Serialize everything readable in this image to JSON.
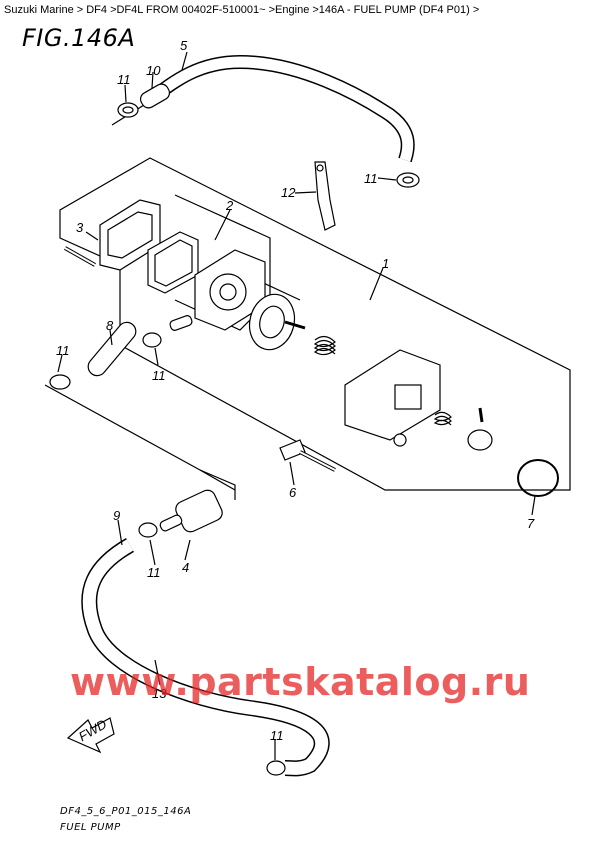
{
  "breadcrumb": "Suzuki Marine > DF4 >DF4L FROM 00402F-510001~ >Engine >146A - FUEL PUMP (DF4 P01) >",
  "figure_title": "FIG.146A",
  "footer": {
    "code": "DF4_5_6_P01_015_146A",
    "name": "FUEL PUMP"
  },
  "watermark": "www.partskatalog.ru",
  "fwd_label": "FWD",
  "callouts": {
    "c1": "1",
    "c2": "2",
    "c3": "3",
    "c4": "4",
    "c5": "5",
    "c6": "6",
    "c7": "7",
    "c8": "8",
    "c9": "9",
    "c10": "10",
    "c11a": "11",
    "c11b": "11",
    "c11c": "11",
    "c11d": "11",
    "c11e": "11",
    "c11f": "11",
    "c12": "12",
    "c13": "13"
  },
  "colors": {
    "line": "#000000",
    "watermark": "#e62828"
  }
}
